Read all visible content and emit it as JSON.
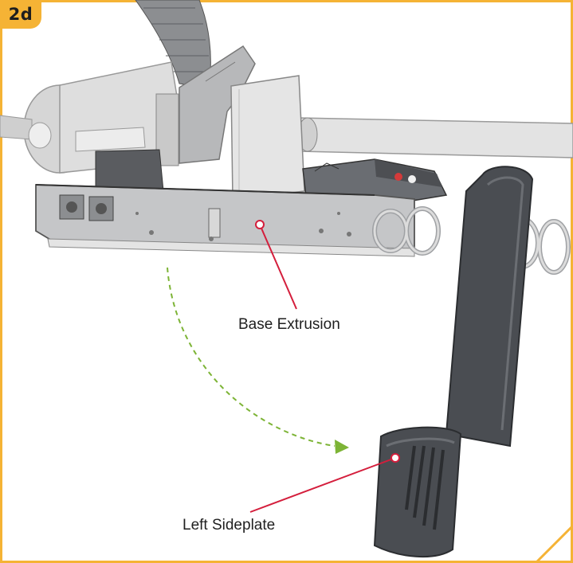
{
  "step": {
    "label": "2d"
  },
  "callouts": {
    "base_extrusion": "Base Extrusion",
    "left_sideplate": "Left Sideplate"
  },
  "colors": {
    "frame_border": "#f5b335",
    "callout_line": "#d41e3c",
    "motion_arrow": "#7db436",
    "sideplate_body": "#4a4d52",
    "extrusion_body": "#c8c9cb",
    "motor_housing": "#dcdcdc"
  },
  "icons": [
    "curved-motion-arrow",
    "leader-line-dot"
  ]
}
